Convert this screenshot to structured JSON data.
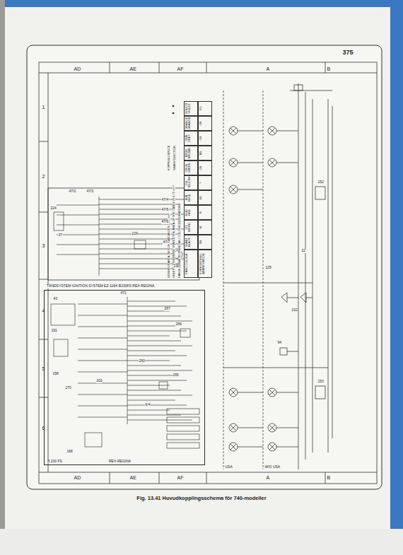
{
  "diagram": {
    "caption": "Fig. 13.41 Huvudkopplingsschema för 740-modeller",
    "nodes": [
      {
        "text": [
          "TÄNDSYSTEM IGNITION SYSTEM EZ-116K B230FS REX-REGINA",
          "B 230 FS",
          "REX-REGINA"
        ]
      }
    ],
    "labels": [
      "375",
      "AD",
      "AE",
      "AF",
      "A",
      "B",
      "AD",
      "AE",
      "AF",
      "A",
      "B",
      "1",
      "2",
      "3",
      "4",
      "5",
      "6",
      "FÄRGKODSBETECKNINGAR / COLOUR DESIGNATIONS",
      "LEDNINGSAREA OM EJ ANNAT ANGES 0,75 mm²",
      "UNLESS OTHERWISE STATED THE AREA OF THE CABLE IS 0,75 mm²",
      "KOPPLING/SPLICE",
      "SKARV/JUNCTION",
      "FÄRG COLOUR",
      "SVART BLACK",
      "VIT WHITE",
      "RÖD RED",
      "BLÅ BLUE",
      "GUL YELLOW",
      "GRÖN GREEN",
      "BRUN BROWN",
      "GRÅ GREY",
      "ORANGE ORANGE",
      "VIOLETT VIOLET",
      "FÖRKORTNING ABBREVIATION",
      "SB",
      "W",
      "R",
      "BL",
      "Y",
      "GN",
      "BN",
      "GR",
      "OR",
      "VO",
      "47/2",
      "47/3",
      "224",
      "37",
      "47/4",
      "47/5",
      "47/6",
      "229",
      "47/7",
      "230",
      "471",
      "43",
      "191",
      "158",
      "257",
      "256",
      "260",
      "255",
      "270",
      "202",
      "168",
      "6/4",
      "152",
      "153",
      "22",
      "125",
      "222",
      "94",
      "USA",
      "W/O USA"
    ]
  }
}
